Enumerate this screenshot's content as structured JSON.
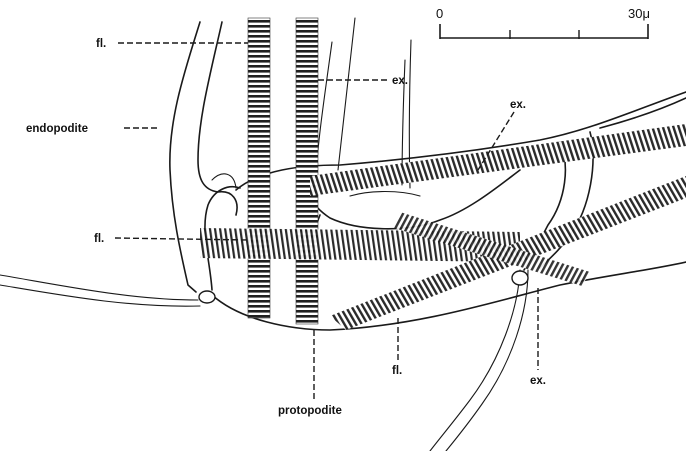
{
  "labels": {
    "fl_top": "fl.",
    "fl_mid": "fl.",
    "fl_bottom": "fl.",
    "ex_top": "ex.",
    "ex_mid": "ex.",
    "ex_right": "ex.",
    "endopodite": "endopodite",
    "protopodite": "protopodite"
  },
  "scale_bar": {
    "start_label": "0",
    "end_label": "30μ"
  }
}
